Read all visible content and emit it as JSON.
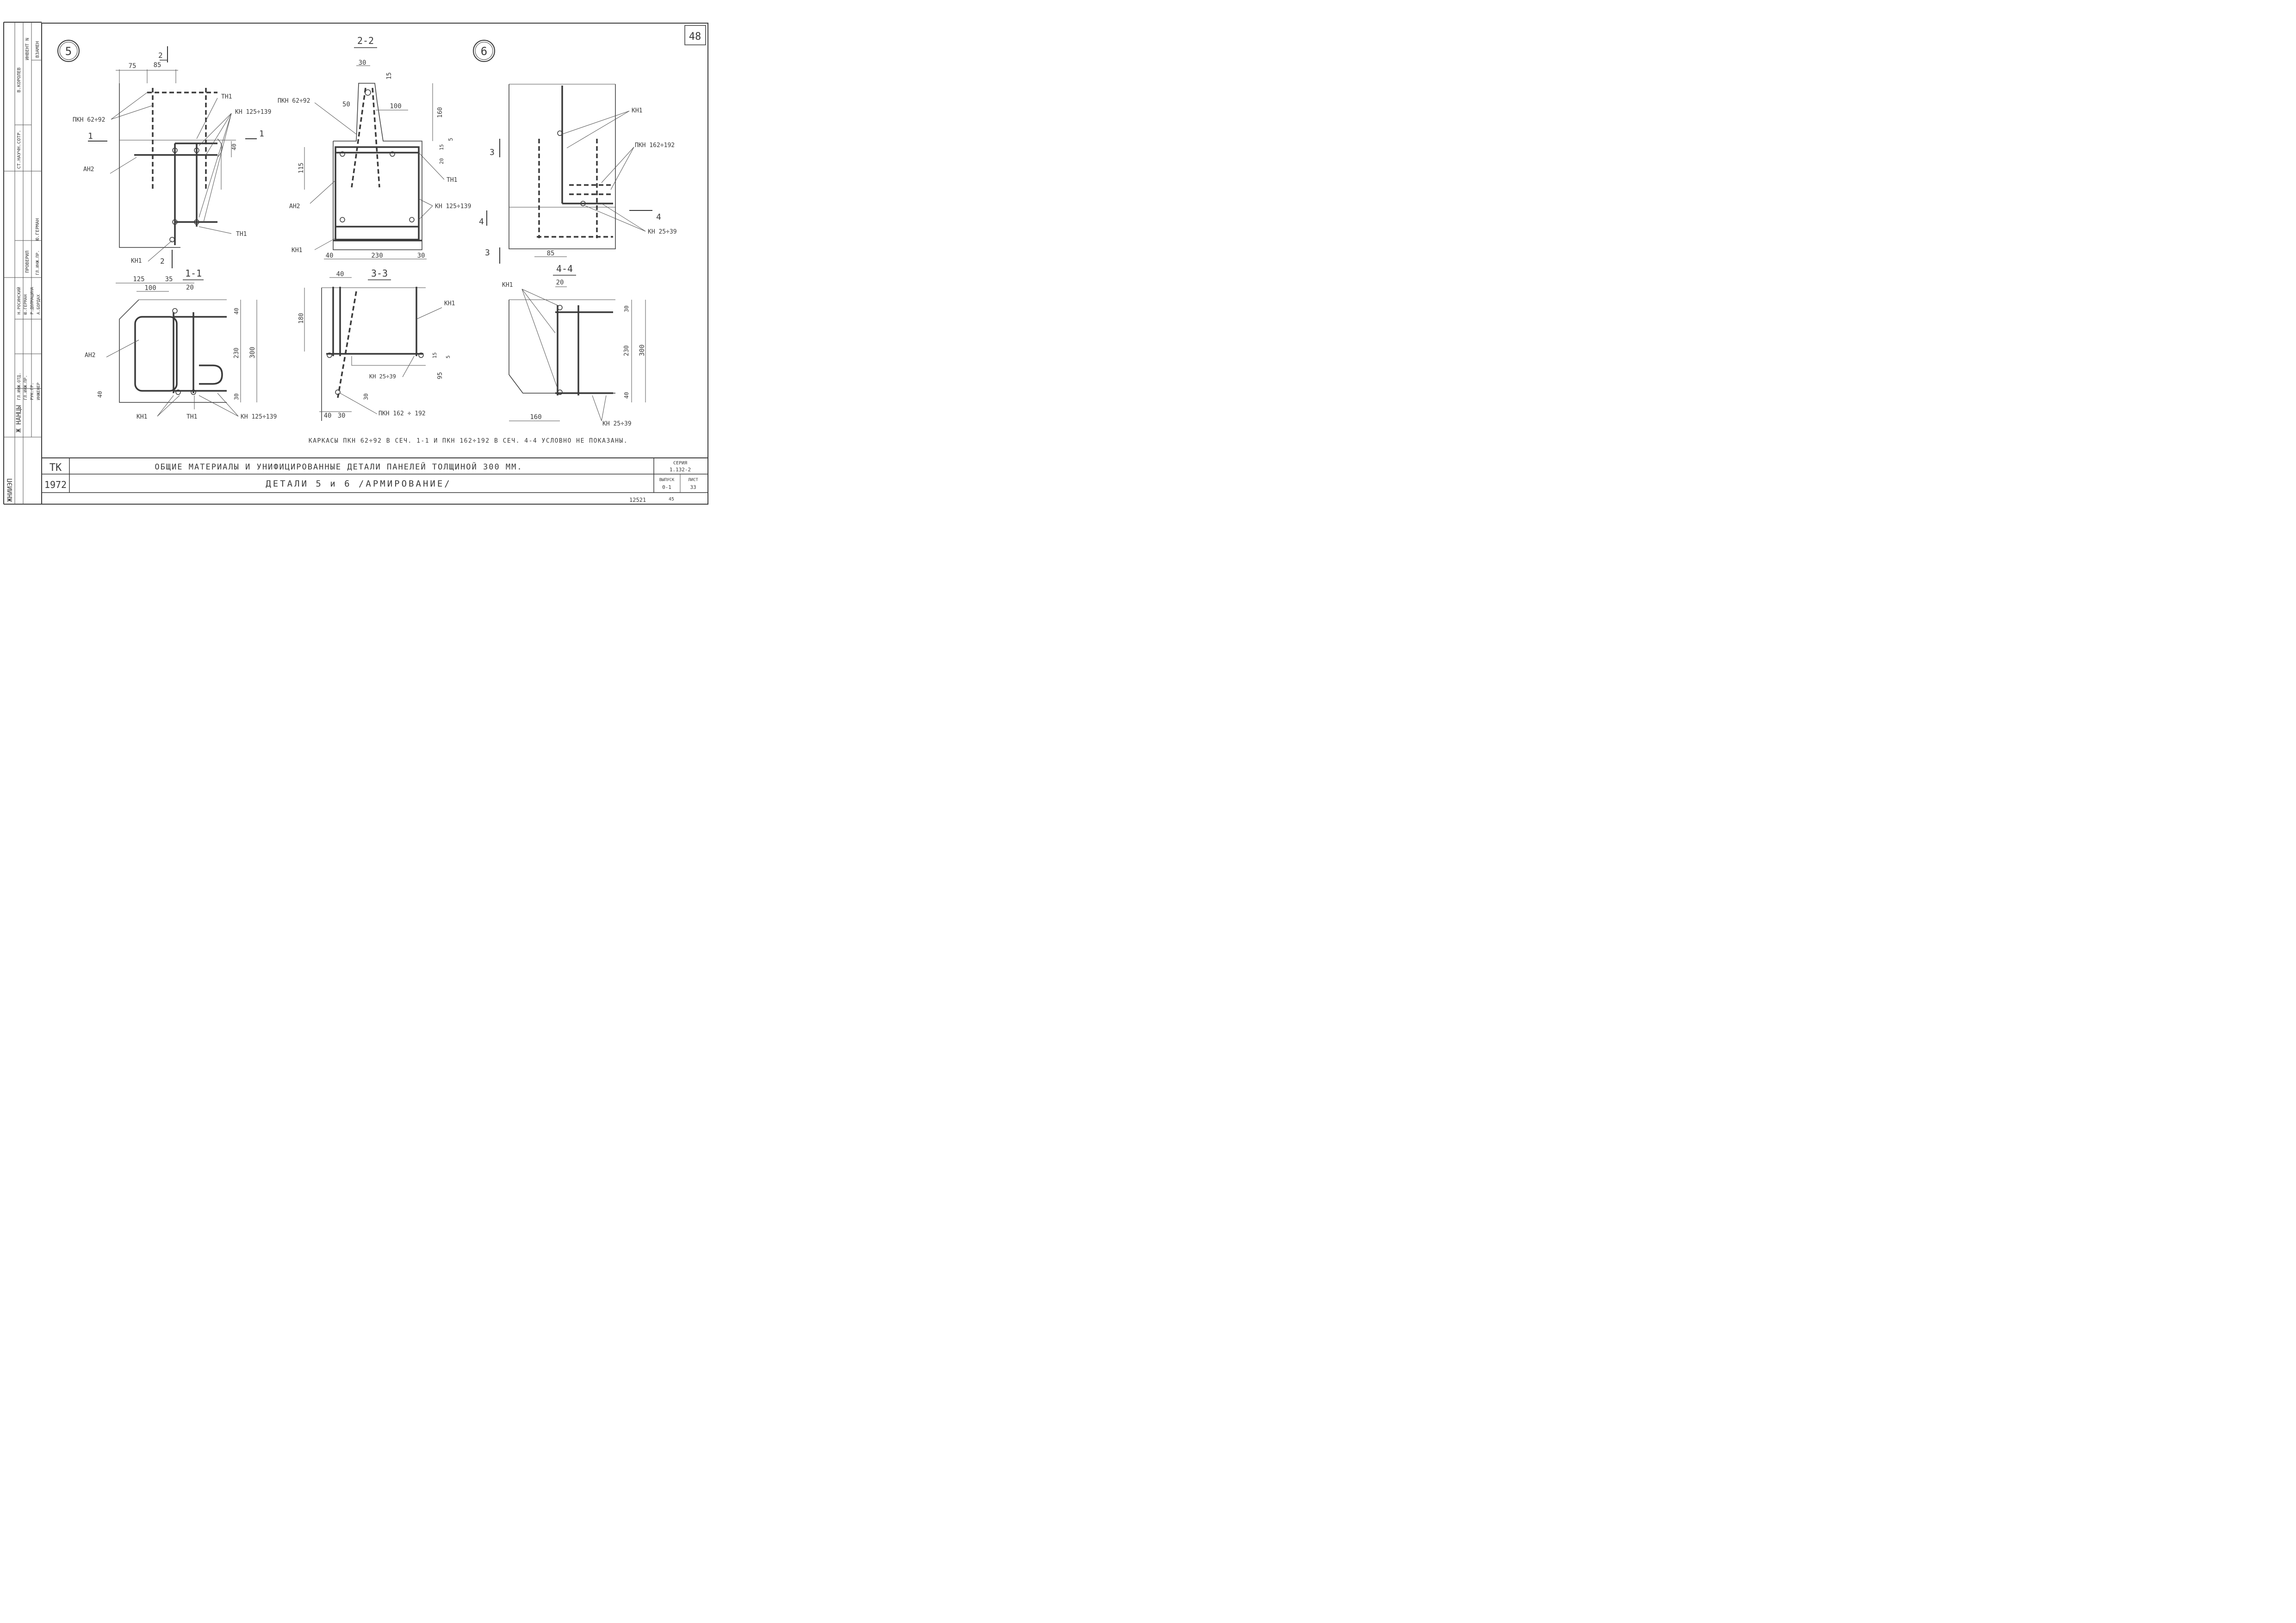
{
  "sheet": {
    "number": "48",
    "stamp": "12521",
    "stamp2": "45"
  },
  "details": {
    "detail5": "5",
    "detail6": "6"
  },
  "sections": {
    "s22": "2-2",
    "s11": "1-1",
    "s33": "3-3",
    "s44": "4-4"
  },
  "markers": {
    "m2": "2",
    "m1": "1",
    "m3": "3",
    "m4": "4"
  },
  "labels": {
    "pkn62": "ПКН 62÷92",
    "pkn162": "ПКН 162÷192",
    "pkn162b": "ПКН 162 ÷ 192",
    "tn1": "ТН1",
    "kn1": "КН1",
    "kn125": "КН 125÷139",
    "kn25": "КН 25÷39",
    "an2": "АН2"
  },
  "dimensions": {
    "d75": "75",
    "d85": "85",
    "d30": "30",
    "d15": "15",
    "d50": "50",
    "d100": "100",
    "d160": "160",
    "d5": "5",
    "d40": "40",
    "d115": "115",
    "d20": "20",
    "d230": "230",
    "d125": "125",
    "d35": "35",
    "d300": "300",
    "d180": "180",
    "d95": "95"
  },
  "note": "КАРКАСЫ ПКН 62÷92 В СЕЧ. 1-1 И ПКН 162÷192 В СЕЧ. 4-4 УСЛОВНО НЕ ПОКАЗАНЫ.",
  "titleblock": {
    "code": "ТК",
    "year": "1972",
    "title1": "ОБЩИЕ МАТЕРИАЛЫ И УНИФИЦИРОВАННЫЕ ДЕТАЛИ ПАНЕЛЕЙ ТОЛЩИНОЙ 300 ММ.",
    "title2": "ДЕТАЛИ  5 и 6  /АРМИРОВАНИЕ/",
    "seria_label": "СЕРИЯ",
    "seria_value": "1.132-2",
    "vypusk_label": "ВЫПУСК",
    "vypusk_value": "0-1",
    "list_label": "ЛИСТ",
    "list_value": "33"
  },
  "sidebar": {
    "org": "ЖНИИЭП",
    "city": "Ж НАНЦЫ",
    "inv_label": "ИНВЕНТ N",
    "vzamen_label": "ВЗАМЕН",
    "role1": "ГЛ.ИНЖ.ОТД.",
    "role2": "ГЛ.ИНЖ.ПР.",
    "role3": "РУК.ГР.",
    "role4": "ИНЖЕНЕР",
    "name1": "Н.РОСИНСКИЙ",
    "name2": "Ю.ГЕРМАН",
    "name3": "Р.ДОЛМАЦИНА",
    "name4": "А.БОРДАХ",
    "check_label": "ПРОВЕРИЛ",
    "check_role": "ГЛ.ИНЖ.ПР.",
    "check_name": "Ю.ГЕРМАН",
    "sci_role": "СТ.НАУЧН.СОТР.",
    "sci_name": "В.КОРОЛЕВ"
  }
}
